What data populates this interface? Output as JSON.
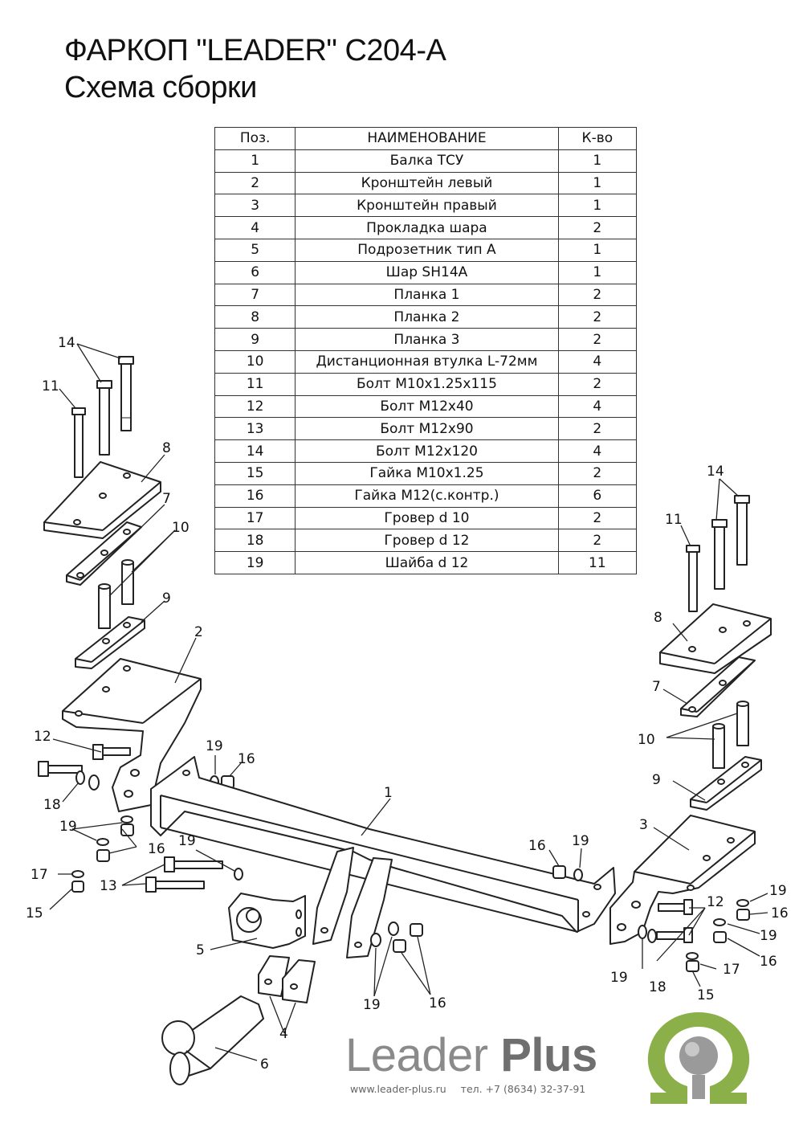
{
  "title": {
    "line1": "ФАРКОП \"LEADER\" C204-A",
    "line2": "Схема сборки"
  },
  "table": {
    "headers": {
      "pos": "Поз.",
      "name": "НАИМЕНОВАНИЕ",
      "qty": "К-во"
    },
    "rows": [
      {
        "pos": "1",
        "name": "Балка ТСУ",
        "qty": "1"
      },
      {
        "pos": "2",
        "name": "Кронштейн левый",
        "qty": "1"
      },
      {
        "pos": "3",
        "name": "Кронштейн правый",
        "qty": "1"
      },
      {
        "pos": "4",
        "name": "Прокладка  шара",
        "qty": "2"
      },
      {
        "pos": "5",
        "name": "Подрозетник тип А",
        "qty": "1"
      },
      {
        "pos": "6",
        "name": "Шар SH14A",
        "qty": "1"
      },
      {
        "pos": "7",
        "name": "Планка 1",
        "qty": "2"
      },
      {
        "pos": "8",
        "name": "Планка 2",
        "qty": "2"
      },
      {
        "pos": "9",
        "name": "Планка 3",
        "qty": "2"
      },
      {
        "pos": "10",
        "name": "Дистанционная втулка L-72мм",
        "qty": "4"
      },
      {
        "pos": "11",
        "name": "Болт М10x1.25x115",
        "qty": "2"
      },
      {
        "pos": "12",
        "name": "Болт М12x40",
        "qty": "4"
      },
      {
        "pos": "13",
        "name": "Болт М12x90",
        "qty": "2"
      },
      {
        "pos": "14",
        "name": "Болт М12x120",
        "qty": "4"
      },
      {
        "pos": "15",
        "name": "Гайка  М10x1.25",
        "qty": "2"
      },
      {
        "pos": "16",
        "name": "Гайка М12(с.контр.)",
        "qty": "6"
      },
      {
        "pos": "17",
        "name": "Гровер d 10",
        "qty": "2"
      },
      {
        "pos": "18",
        "name": "Гровер d 12",
        "qty": "2"
      },
      {
        "pos": "19",
        "name": "Шайба d 12",
        "qty": "11"
      }
    ]
  },
  "callouts": {
    "c14a": "14",
    "c11a": "11",
    "c8a": "8",
    "c7a": "7",
    "c10a": "10",
    "c9a": "9",
    "c2": "2",
    "c12a": "12",
    "c18a": "18",
    "c19a": "19",
    "c16a": "16",
    "c19b": "19",
    "c16b": "16",
    "c19c": "19",
    "c17a": "17",
    "c13": "13",
    "c15a": "15",
    "c5": "5",
    "c4": "4",
    "c6": "6",
    "c19d": "19",
    "c16c": "16",
    "c1": "1",
    "c16d": "16",
    "c19e": "19",
    "c14b": "14",
    "c11b": "11",
    "c8b": "8",
    "c7b": "7",
    "c10b": "10",
    "c9b": "9",
    "c3": "3",
    "c12b": "12",
    "c19f": "19",
    "c16e": "16",
    "c19g": "19",
    "c16f": "16",
    "c17b": "17",
    "c15b": "15",
    "c19h": "19",
    "c18b": "18"
  },
  "brand": {
    "name_light": "Leader",
    "name_bold": "Plus",
    "website": "www.leader-plus.ru",
    "phone": "тел. +7 (8634) 32-37-91"
  },
  "colors": {
    "line": "#222222",
    "brand_gray": "#8a8a8a",
    "logo_green": "#8bb04a",
    "logo_ball": "#9a9a9a"
  }
}
